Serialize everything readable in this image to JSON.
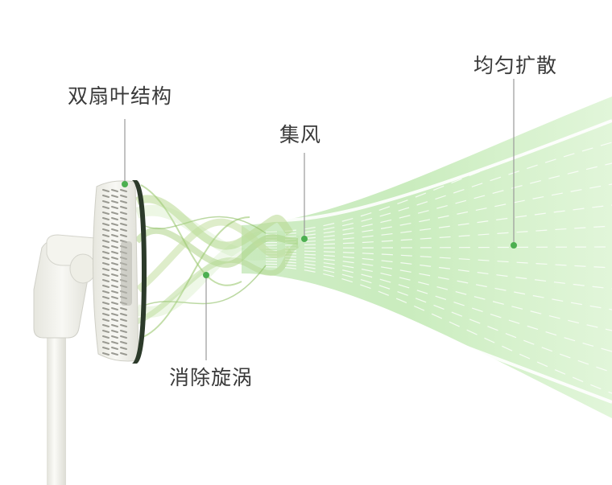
{
  "annotations": {
    "dual_blade": "双扇叶结构",
    "focused_wind": "集风",
    "even_spread": "均匀扩散",
    "eliminate_vortex": "消除旋涡"
  },
  "colors": {
    "wind_green": "#8fd67c",
    "wind_light": "#d6f2cc",
    "marker_green": "#4caf50",
    "fan_body": "#f2f2ec",
    "fan_shadow": "#d8d8d0",
    "leader_line": "#9a9a9a",
    "text": "#3a3a3a"
  }
}
